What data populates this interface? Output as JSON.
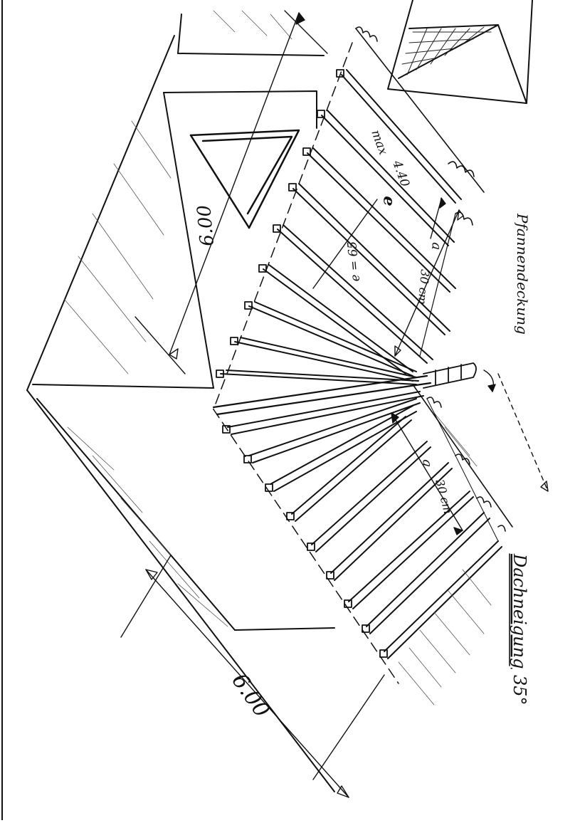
{
  "drawing": {
    "ink_color": "#111111",
    "paper_color": "#ffffff",
    "labels": {
      "width_main": "6.00",
      "width_upper": "6.00",
      "rafter_max_prefix": "max",
      "rafter_max_value": "4.40",
      "rafter_e": "e",
      "rafter_spacing": "e = 65",
      "dim_a_upper": "a",
      "dim_a_lower": "a",
      "dim_30_upper": "30 cm",
      "dim_30_lower": "30 cm",
      "roof_covering": "Pfannendeckung",
      "roof_pitch_label": "Dachneigung",
      "roof_pitch_value": "35°"
    }
  }
}
